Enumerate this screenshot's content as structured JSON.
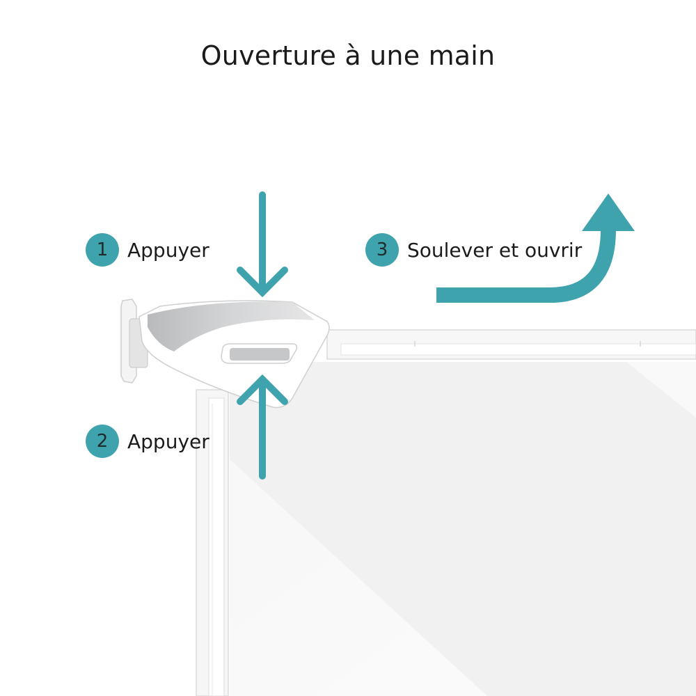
{
  "title": "Ouverture à une main",
  "steps": [
    {
      "number": "1",
      "label": "Appuyer"
    },
    {
      "number": "2",
      "label": "Appuyer"
    },
    {
      "number": "3",
      "label": "Soulever et ouvrir"
    }
  ],
  "colors": {
    "accent": "#3fa3ae",
    "text": "#1b1b1b",
    "handle_grey": "#c9cacb",
    "gate_frame": "#f4f4f4"
  }
}
